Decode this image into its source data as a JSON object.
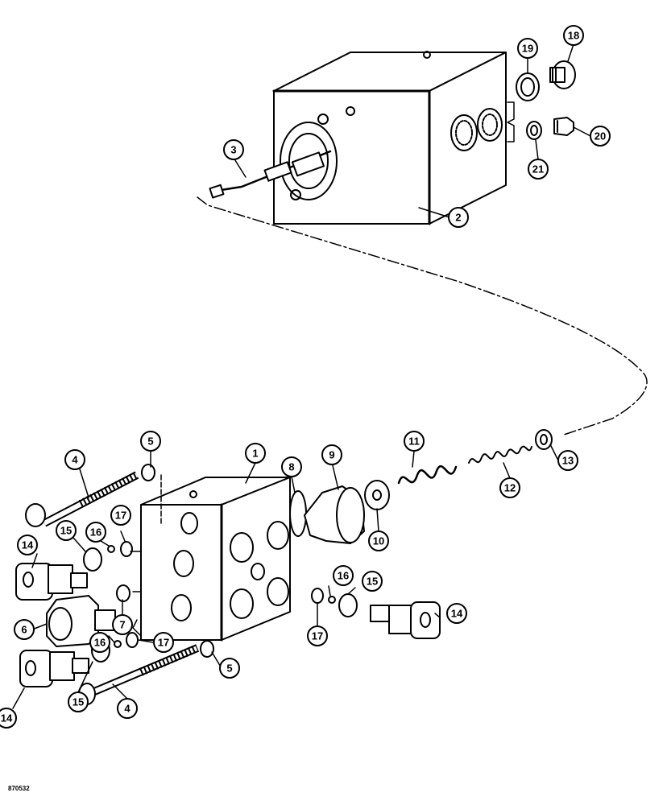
{
  "drawing_number": "870532",
  "callouts": [
    {
      "id": "c1",
      "label": "1"
    },
    {
      "id": "c2",
      "label": "2"
    },
    {
      "id": "c3",
      "label": "3"
    },
    {
      "id": "c4a",
      "label": "4"
    },
    {
      "id": "c4b",
      "label": "4"
    },
    {
      "id": "c5a",
      "label": "5"
    },
    {
      "id": "c5b",
      "label": "5"
    },
    {
      "id": "c6",
      "label": "6"
    },
    {
      "id": "c7",
      "label": "7"
    },
    {
      "id": "c8",
      "label": "8"
    },
    {
      "id": "c9",
      "label": "9"
    },
    {
      "id": "c10",
      "label": "10"
    },
    {
      "id": "c11",
      "label": "11"
    },
    {
      "id": "c12",
      "label": "12"
    },
    {
      "id": "c13",
      "label": "13"
    },
    {
      "id": "c14a",
      "label": "14"
    },
    {
      "id": "c14b",
      "label": "14"
    },
    {
      "id": "c14c",
      "label": "14"
    },
    {
      "id": "c15a",
      "label": "15"
    },
    {
      "id": "c15b",
      "label": "15"
    },
    {
      "id": "c15c",
      "label": "15"
    },
    {
      "id": "c16a",
      "label": "16"
    },
    {
      "id": "c16b",
      "label": "16"
    },
    {
      "id": "c16c",
      "label": "16"
    },
    {
      "id": "c17a",
      "label": "17"
    },
    {
      "id": "c17b",
      "label": "17"
    },
    {
      "id": "c17c",
      "label": "17"
    },
    {
      "id": "c18",
      "label": "18"
    },
    {
      "id": "c19",
      "label": "19"
    },
    {
      "id": "c20",
      "label": "20"
    },
    {
      "id": "c21",
      "label": "21"
    }
  ]
}
